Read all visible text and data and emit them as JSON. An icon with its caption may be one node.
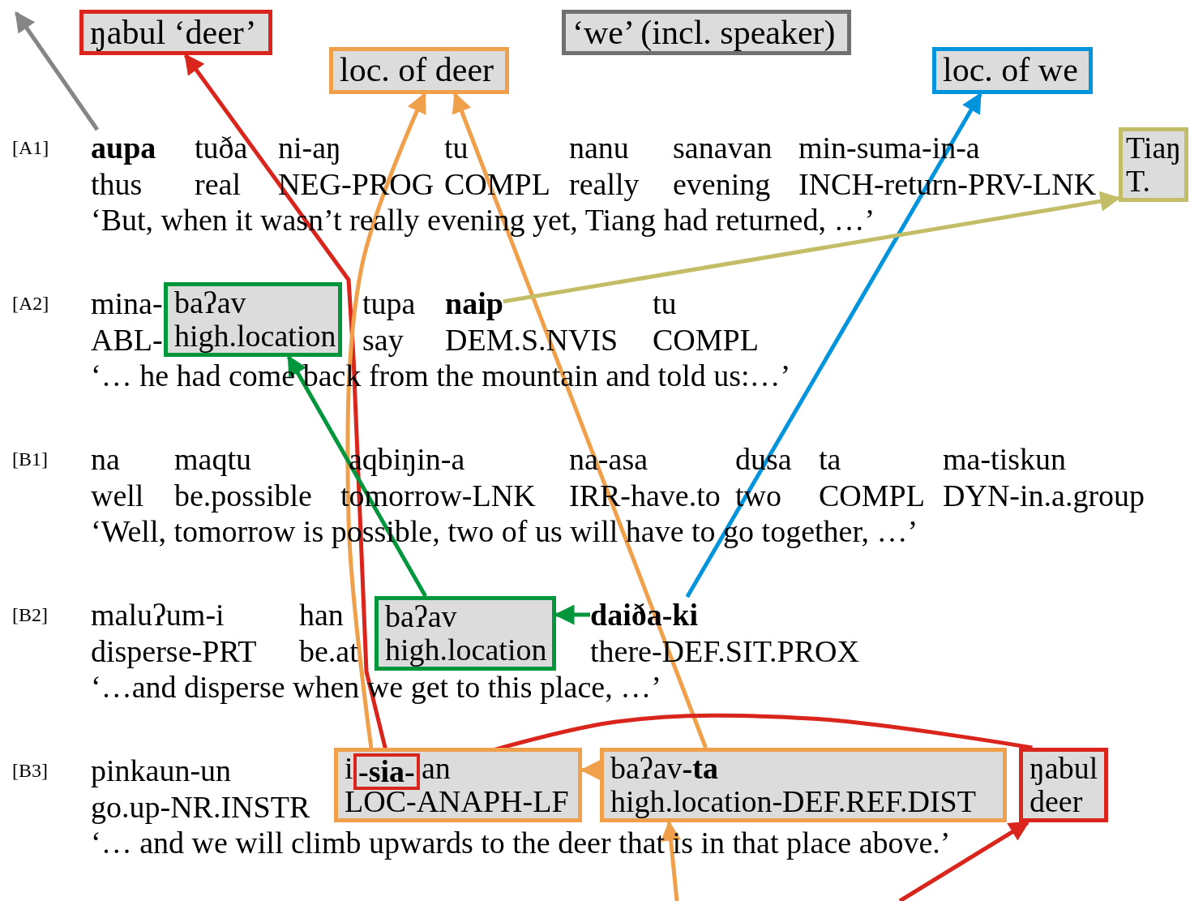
{
  "diagram": {
    "nodes": [
      {
        "text": [
          "ŋabul ‘deer’"
        ]
      },
      {
        "text": [
          "loc. of deer"
        ]
      },
      {
        "text": [
          "‘we’ (incl. speaker)"
        ]
      },
      {
        "text": [
          "loc. of we"
        ]
      },
      {
        "text": [
          "Tiaŋ",
          "T."
        ]
      },
      {
        "text": [
          "aupa"
        ]
      },
      {
        "text": [
          "baʔav",
          "high.location"
        ]
      },
      {
        "text": [
          "naip"
        ]
      },
      {
        "text": [
          "baʔav",
          "high.location"
        ]
      },
      {
        "text": [
          "daiða-ki"
        ]
      },
      {
        "text": [
          "i",
          "an",
          "LOC-ANAPH-LF"
        ]
      },
      {
        "text": [
          "-sia-"
        ],
        "in": 10
      },
      {
        "text": [
          "baʔav**-ta**",
          "high.location-DEF.REF.DIST"
        ]
      },
      {
        "text": [
          "ŋabul",
          "deer"
        ]
      }
    ],
    "edges": [
      {
        "from": 5,
        "to": null,
        "arrow": "to",
        "color": "#858585"
      },
      {
        "from": 11,
        "to": 0,
        "arrow": "to",
        "color": "#d9251c"
      },
      {
        "from": 10,
        "to": 1,
        "arrow": "to",
        "color": "#f0a04b"
      },
      {
        "from": 12,
        "to": 1,
        "arrow": "to",
        "color": "#f0a04b"
      },
      {
        "from": 9,
        "to": 3,
        "arrow": "to",
        "color": "#0094dd"
      },
      {
        "from": 7,
        "to": 4,
        "arrow": "to",
        "color": "#c4bd68"
      },
      {
        "from": 8,
        "to": 6,
        "arrow": "to",
        "color": "#00963c"
      },
      {
        "from": 9,
        "to": 8,
        "arrow": "to",
        "color": "#00963c"
      },
      {
        "from": 12,
        "to": 10,
        "arrow": "to",
        "color": "#f0a04b"
      },
      {
        "from": 13,
        "to": 11,
        "arrow": "to",
        "color": "#d9251c"
      },
      {
        "from": null,
        "to": 12,
        "arrow": "to",
        "color": "#f0a04b"
      },
      {
        "from": null,
        "to": 13,
        "arrow": "to",
        "color": "#d9251c"
      }
    ],
    "labels": [
      "[A1]",
      "tuða",
      "ni-aŋ",
      "tu",
      "nanu",
      "sanavan",
      "min-suma-in-a",
      "thus",
      "real",
      "NEG-PROG",
      "COMPL",
      "really",
      "evening",
      "INCH-return-PRV-LNK",
      "‘But, when it wasn’t really evening yet, Tiang had returned, …’",
      "[A2]",
      "mina-",
      "tupa",
      "tu",
      "ABL-",
      "say",
      "DEM.S.NVIS",
      "COMPL",
      "‘… he had come back from the mountain and told us:…’",
      "[B1]",
      "na",
      "maqtu",
      "aqbiŋin-a",
      "na-asa",
      "dusa",
      "ta",
      "ma-tiskun",
      "well",
      "be.possible",
      "tomorrow-LNK",
      "IRR-have.to",
      "two",
      "COMPL",
      "DYN-in.a.group",
      "‘Well, tomorrow is possible, two of us will have to go together, …’",
      "[B2]",
      "maluʔum-i",
      "han",
      "disperse-PRT",
      "be.at",
      "there-DEF.SIT.PROX",
      "‘…and disperse when we get to this place, …’",
      "[B3]",
      "pinkaun-un",
      "go.up-NR.INSTR",
      "‘… and we will climb upwards to the deer that is in that place above.’"
    ]
  }
}
